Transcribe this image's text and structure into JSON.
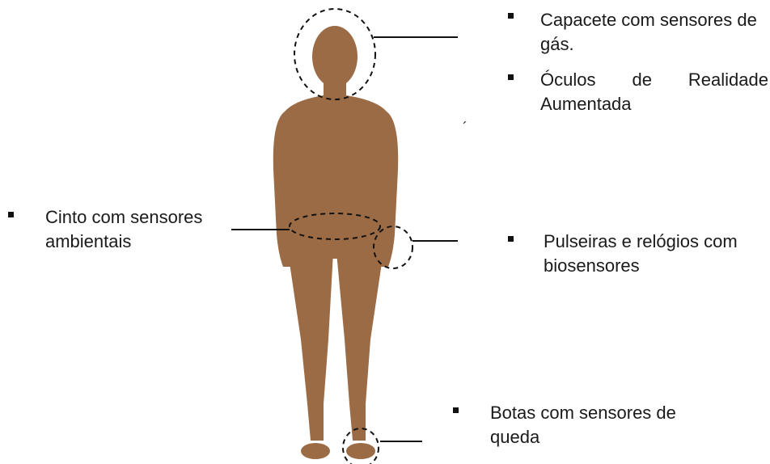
{
  "colors": {
    "skin": "#9B6B45",
    "line": "#111111",
    "text": "#1a1a1a"
  },
  "labels": {
    "head": [
      "Capacete com sensores de gás.",
      "Óculos de Realidade Aumentada"
    ],
    "waist": "Cinto com sensores ambientais",
    "wrist": "Pulseiras e relógios com biosensores",
    "foot": "Botas com sensores de queda"
  },
  "stray_mark": "´"
}
